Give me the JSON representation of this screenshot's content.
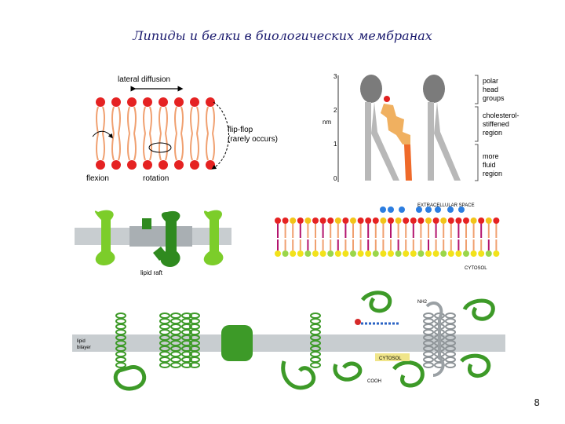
{
  "slide": {
    "title": "Липиды и белки в биологических мембранах",
    "page_number": "8"
  },
  "panel_dynamics": {
    "lateral_diffusion": "lateral diffusion",
    "flip_flop": "flip-flop",
    "flip_flop_note": "(rarely occurs)",
    "flexion": "flexion",
    "rotation": "rotation"
  },
  "panel_cholesterol": {
    "axis_unit": "nm",
    "ticks": [
      "3",
      "2",
      "1",
      "0"
    ],
    "label_polar": [
      "polar",
      "head",
      "groups"
    ],
    "label_stiffened": [
      "cholesterol-",
      "stiffened",
      "region"
    ],
    "label_fluid": [
      "more",
      "fluid",
      "region"
    ]
  },
  "panel_raft": {
    "label": "lipid raft"
  },
  "panel_asymmetry": {
    "extracellular": "EXTRACELLULAR SPACE",
    "cytosol": "CYTOSOL"
  },
  "panel_proteins": {
    "bilayer": [
      "lipid",
      "bilayer"
    ],
    "nh2": "NH2",
    "cytosol": "CYTOSOL",
    "cooh": "COOH"
  },
  "colors": {
    "green": "#5aa832",
    "dark_green": "#2f7a1f",
    "red_head": "#e52222",
    "tail": "#f0a070",
    "membrane_gray": "#c8cdd0"
  }
}
